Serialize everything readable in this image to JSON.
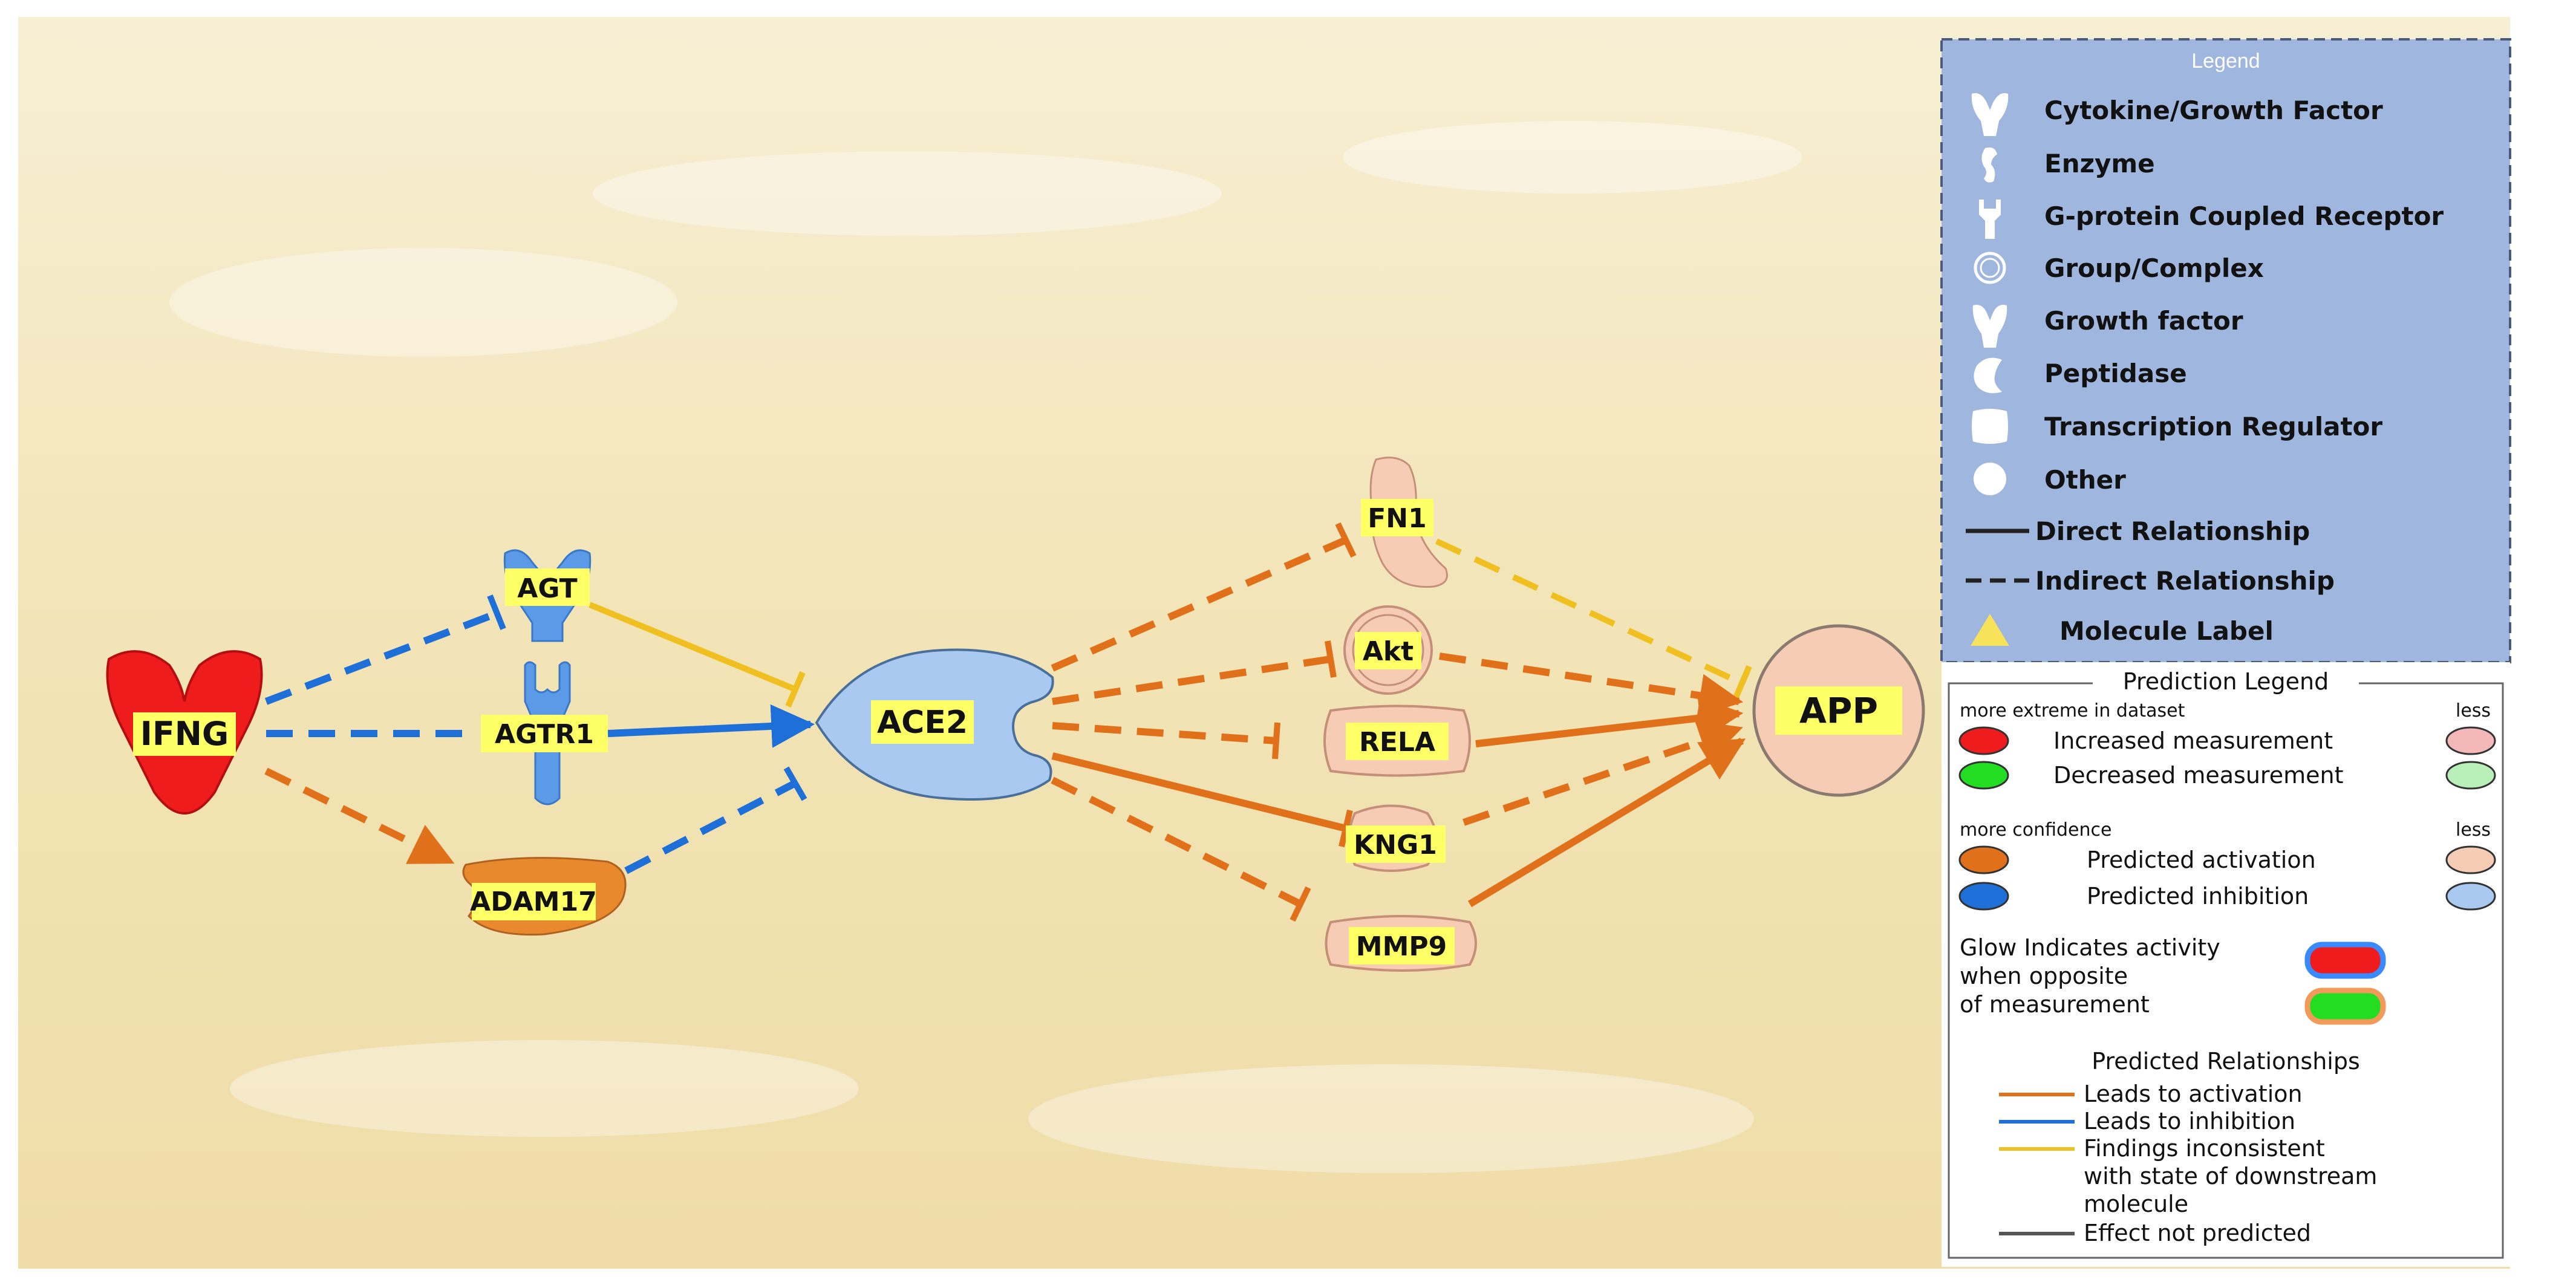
{
  "nodes": {
    "ifng": "IFNG",
    "agt": "AGT",
    "agtr1": "AGTR1",
    "adam17": "ADAM17",
    "ace2": "ACE2",
    "fn1": "FN1",
    "akt": "Akt",
    "rela": "RELA",
    "kng1": "KNG1",
    "mmp9": "MMP9",
    "app": "APP"
  },
  "legend": {
    "title": "Legend",
    "items": [
      {
        "icon": "cytokine-icon",
        "label": "Cytokine/Growth Factor"
      },
      {
        "icon": "enzyme-icon",
        "label": "Enzyme"
      },
      {
        "icon": "gpcr-icon",
        "label": "G-protein Coupled Receptor"
      },
      {
        "icon": "group-complex-icon",
        "label": "Group/Complex"
      },
      {
        "icon": "growth-factor-icon",
        "label": "Growth factor"
      },
      {
        "icon": "peptidase-icon",
        "label": "Peptidase"
      },
      {
        "icon": "transcription-regulator-icon",
        "label": "Transcription Regulator"
      },
      {
        "icon": "other-icon",
        "label": "Other"
      },
      {
        "icon": "solid-line-icon",
        "label": "Direct Relationship"
      },
      {
        "icon": "dashed-line-icon",
        "label": "Indirect Relationship"
      },
      {
        "icon": "triangle-icon",
        "label": "Molecule Label"
      }
    ]
  },
  "prediction_legend": {
    "title": "Prediction Legend",
    "more_extreme": "more extreme in dataset",
    "less1": "less",
    "increased": "Increased measurement",
    "decreased": "Decreased measurement",
    "more_confidence": "more confidence",
    "less2": "less",
    "activation": "Predicted activation",
    "inhibition": "Predicted inhibition",
    "glow_line1": "Glow Indicates activity",
    "glow_line2": "when opposite",
    "glow_line3": "of measurement",
    "relationships_title": "Predicted Relationships",
    "rel_activation": "Leads to activation",
    "rel_inhibition": "Leads to inhibition",
    "rel_inconsistent_1": "Findings inconsistent",
    "rel_inconsistent_2": "with state of downstream",
    "rel_inconsistent_3": "molecule",
    "rel_not_predicted": "Effect not predicted"
  },
  "colors": {
    "activation": "#e0701a",
    "inhibition": "#1f6fd8",
    "inconsistent": "#f0c020",
    "not_predicted": "#555555",
    "increased": "#ee1c1c",
    "decreased": "#22dd22",
    "legend_bg": "#9fb6de"
  }
}
